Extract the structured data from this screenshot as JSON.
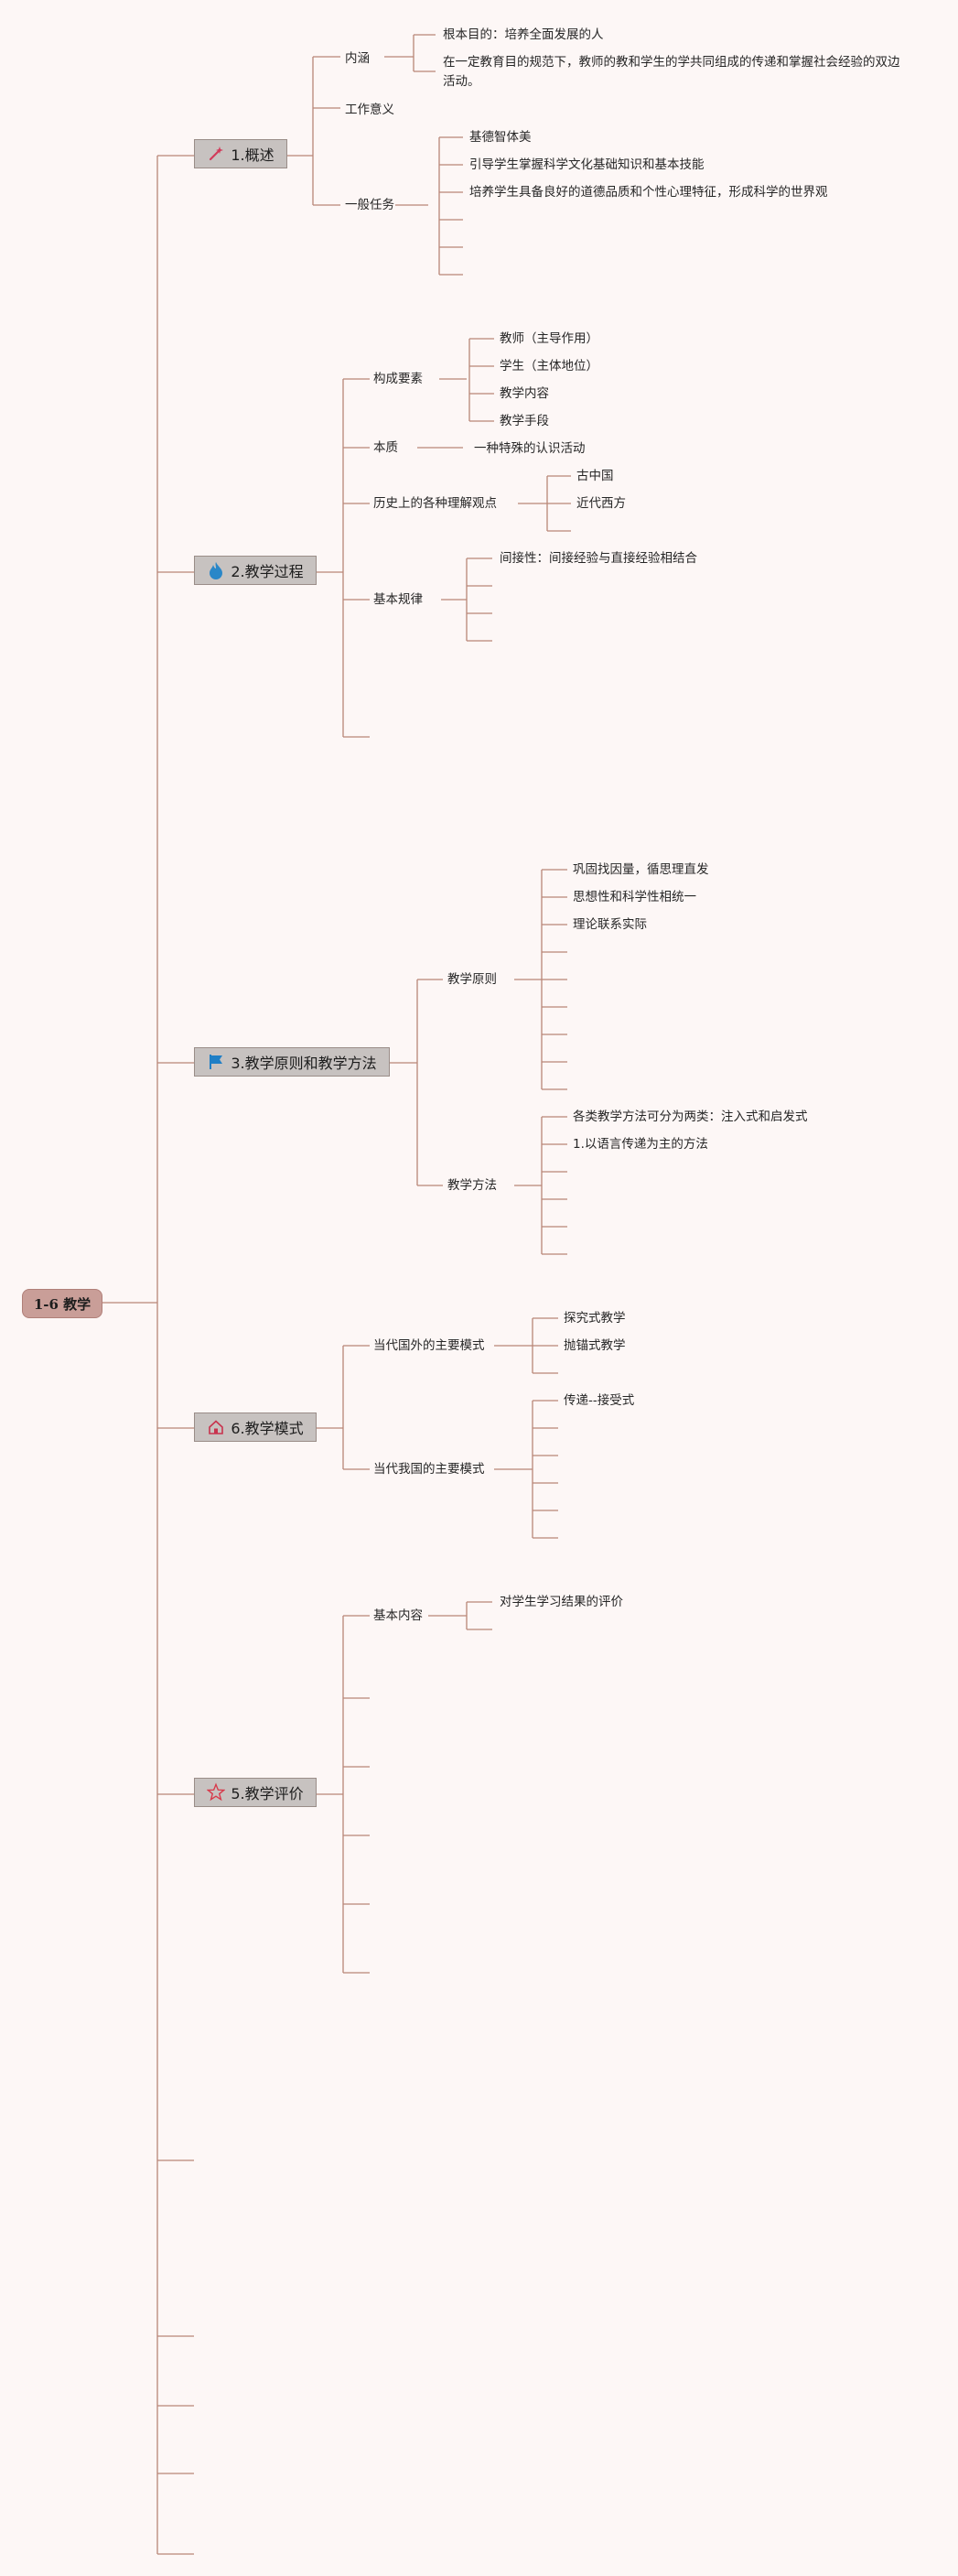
{
  "root": {
    "label": "1-6 教学"
  },
  "topics": [
    {
      "label": "1.概述",
      "icon": "magic-wand-icon",
      "children": [
        {
          "label": "内涵",
          "items": [
            "根本目的：培养全面发展的人",
            "在一定教育目的规范下，教师的教和学生的学共同组成的传递和掌握社会经验的双边活动。"
          ]
        },
        {
          "label": "工作意义",
          "items": []
        },
        {
          "label": "一般任务",
          "items": [
            "基德智体美",
            "引导学生掌握科学文化基础知识和基本技能",
            "培养学生具备良好的道德品质和个性心理特征，形成科学的世界观",
            "",
            "",
            ""
          ]
        }
      ]
    },
    {
      "label": "2.教学过程",
      "icon": "flame-icon",
      "children": [
        {
          "label": "构成要素",
          "items": [
            "教师（主导作用）",
            "学生（主体地位）",
            "教学内容",
            "教学手段"
          ]
        },
        {
          "label": "本质",
          "items": [
            "一种特殊的认识活动"
          ]
        },
        {
          "label": "历史上的各种理解观点",
          "items": [
            "古中国",
            "近代西方",
            ""
          ]
        },
        {
          "label": "基本规律",
          "items": [
            "间接性：间接经验与直接经验相结合",
            "",
            "",
            ""
          ]
        },
        {
          "label": "",
          "items": []
        }
      ]
    },
    {
      "label": "3.教学原则和教学方法",
      "icon": "flag-icon",
      "children": [
        {
          "label": "教学原则",
          "items": [
            "巩固找因量，循思理直发",
            "思想性和科学性相统一",
            "理论联系实际",
            "",
            "",
            "",
            "",
            "",
            ""
          ]
        },
        {
          "label": "教学方法",
          "items": [
            "各类教学方法可分为两类：注入式和启发式",
            "1.以语言传递为主的方法",
            "",
            "",
            "",
            "",
            ""
          ]
        }
      ]
    },
    {
      "label": "6.教学模式",
      "icon": "home-icon",
      "children": [
        {
          "label": "当代国外的主要模式",
          "items": [
            "探究式教学",
            "抛锚式教学",
            ""
          ]
        },
        {
          "label": "当代我国的主要模式",
          "items": [
            "传递--接受式",
            "",
            "",
            "",
            "",
            ""
          ]
        }
      ]
    },
    {
      "label": "5.教学评价",
      "icon": "star-icon",
      "children": [
        {
          "label": "基本内容",
          "items": [
            "对学生学习结果的评价",
            ""
          ]
        },
        {
          "label": "",
          "items": []
        },
        {
          "label": "",
          "items": []
        },
        {
          "label": "",
          "items": []
        },
        {
          "label": "",
          "items": []
        },
        {
          "label": "",
          "items": []
        }
      ]
    }
  ],
  "colors": {
    "line": "#b98677",
    "background": "#fdf7f6",
    "node_fill": "#c7c2c0",
    "root_fill": "#c99e98"
  }
}
